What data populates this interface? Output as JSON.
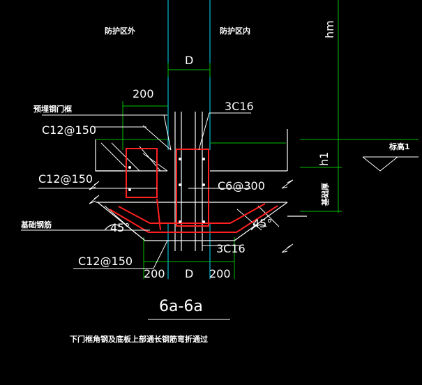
{
  "labels": {
    "outer_zone": "防护区外",
    "inner_zone": "防护区内",
    "dim_D_top": "D",
    "dim_200_top": "200",
    "embedded_frame": "预埋钢门框",
    "rebar_3C16_top": "3C16",
    "rebar_C12_150_a": "C12@150",
    "rebar_C12_150_b": "C12@150",
    "rebar_C12_150_c": "C12@150",
    "stirrup": "C6@300",
    "base_rebar": "基础钢筋",
    "angle_left": "45°",
    "angle_right": "45°",
    "rebar_3C16_bottom": "3C16",
    "dim_200_bl": "200",
    "dim_D_bottom": "D",
    "dim_200_br": "200",
    "dim_hm": "hm",
    "dim_h1": "h1",
    "elevation": "标高1",
    "depth_label": "基础厚",
    "section_title": "6a-6a",
    "note": "下门框角钢及底板上部通长钢筋弯折通过"
  },
  "colors": {
    "background": "#000000",
    "concrete": "#ffffff",
    "rebar_red": "#ff2020",
    "dimension_green": "#00c000",
    "axis_cyan": "#00e0ff",
    "leader_white": "#ffffff",
    "hatch": "#ffffff"
  }
}
